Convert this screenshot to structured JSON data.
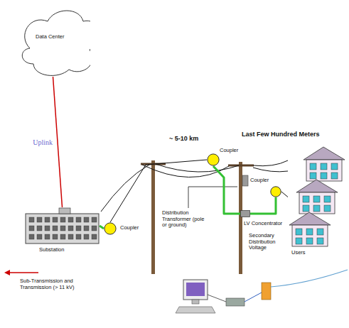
{
  "diagram": {
    "nodes": [
      {
        "text": [
          "Data Center"
        ]
      },
      {
        "text": [
          "Substation"
        ]
      },
      {
        "text": [
          "Coupler"
        ]
      },
      {
        "text": [
          "Coupler"
        ]
      },
      {
        "text": [
          "Coupler"
        ]
      },
      {
        "text": [
          "LV Concentrator"
        ]
      },
      {
        "text": [
          "Users"
        ]
      }
    ],
    "edges": [
      {
        "from": 0,
        "to": 1,
        "label": "Uplink",
        "arrow": "none"
      },
      {
        "from": 1,
        "to": 2,
        "arrow": "none"
      },
      {
        "from": 2,
        "to": 3,
        "arrow": "none"
      },
      {
        "from": 3,
        "to": 5,
        "arrow": "none"
      },
      {
        "from": 5,
        "to": 4,
        "arrow": "none"
      },
      {
        "from": 4,
        "to": 6,
        "arrow": "none"
      }
    ],
    "labels": [
      "~ 5-10 km",
      "Last Few Hundred Meters",
      "Distribution Transformer (pole or ground)",
      "Secondary Distribution Voltage",
      "Sub-Transmission and Transmission (> 11 kV)"
    ]
  }
}
